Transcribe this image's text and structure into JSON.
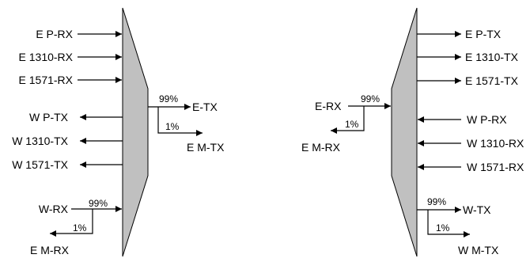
{
  "left": {
    "inputs": [
      "E P-RX",
      "E 1310-RX",
      "E 1571-RX"
    ],
    "outputs": [
      "W P-TX",
      "W 1310-TX",
      "W 1571-TX"
    ],
    "coupler_in": "W-RX",
    "coupler_in_pct": "99%",
    "coupler_in_tap_pct": "1%",
    "coupler_in_tap": "E M-RX",
    "coupler_out_pct": "99%",
    "coupler_out": "E-TX",
    "coupler_out_tap_pct": "1%",
    "coupler_out_tap": "E M-TX"
  },
  "right": {
    "outputs": [
      "E P-TX",
      "E 1310-TX",
      "E 1571-TX"
    ],
    "inputs": [
      "W P-RX",
      "W 1310-RX",
      "W 1571-RX"
    ],
    "coupler_in": "E-RX",
    "coupler_in_pct": "99%",
    "coupler_in_tap_pct": "1%",
    "coupler_in_tap": "E M-RX",
    "coupler_out_pct": "99%",
    "coupler_out": "W-TX",
    "coupler_out_tap_pct": "1%",
    "coupler_out_tap": "W M-TX"
  }
}
